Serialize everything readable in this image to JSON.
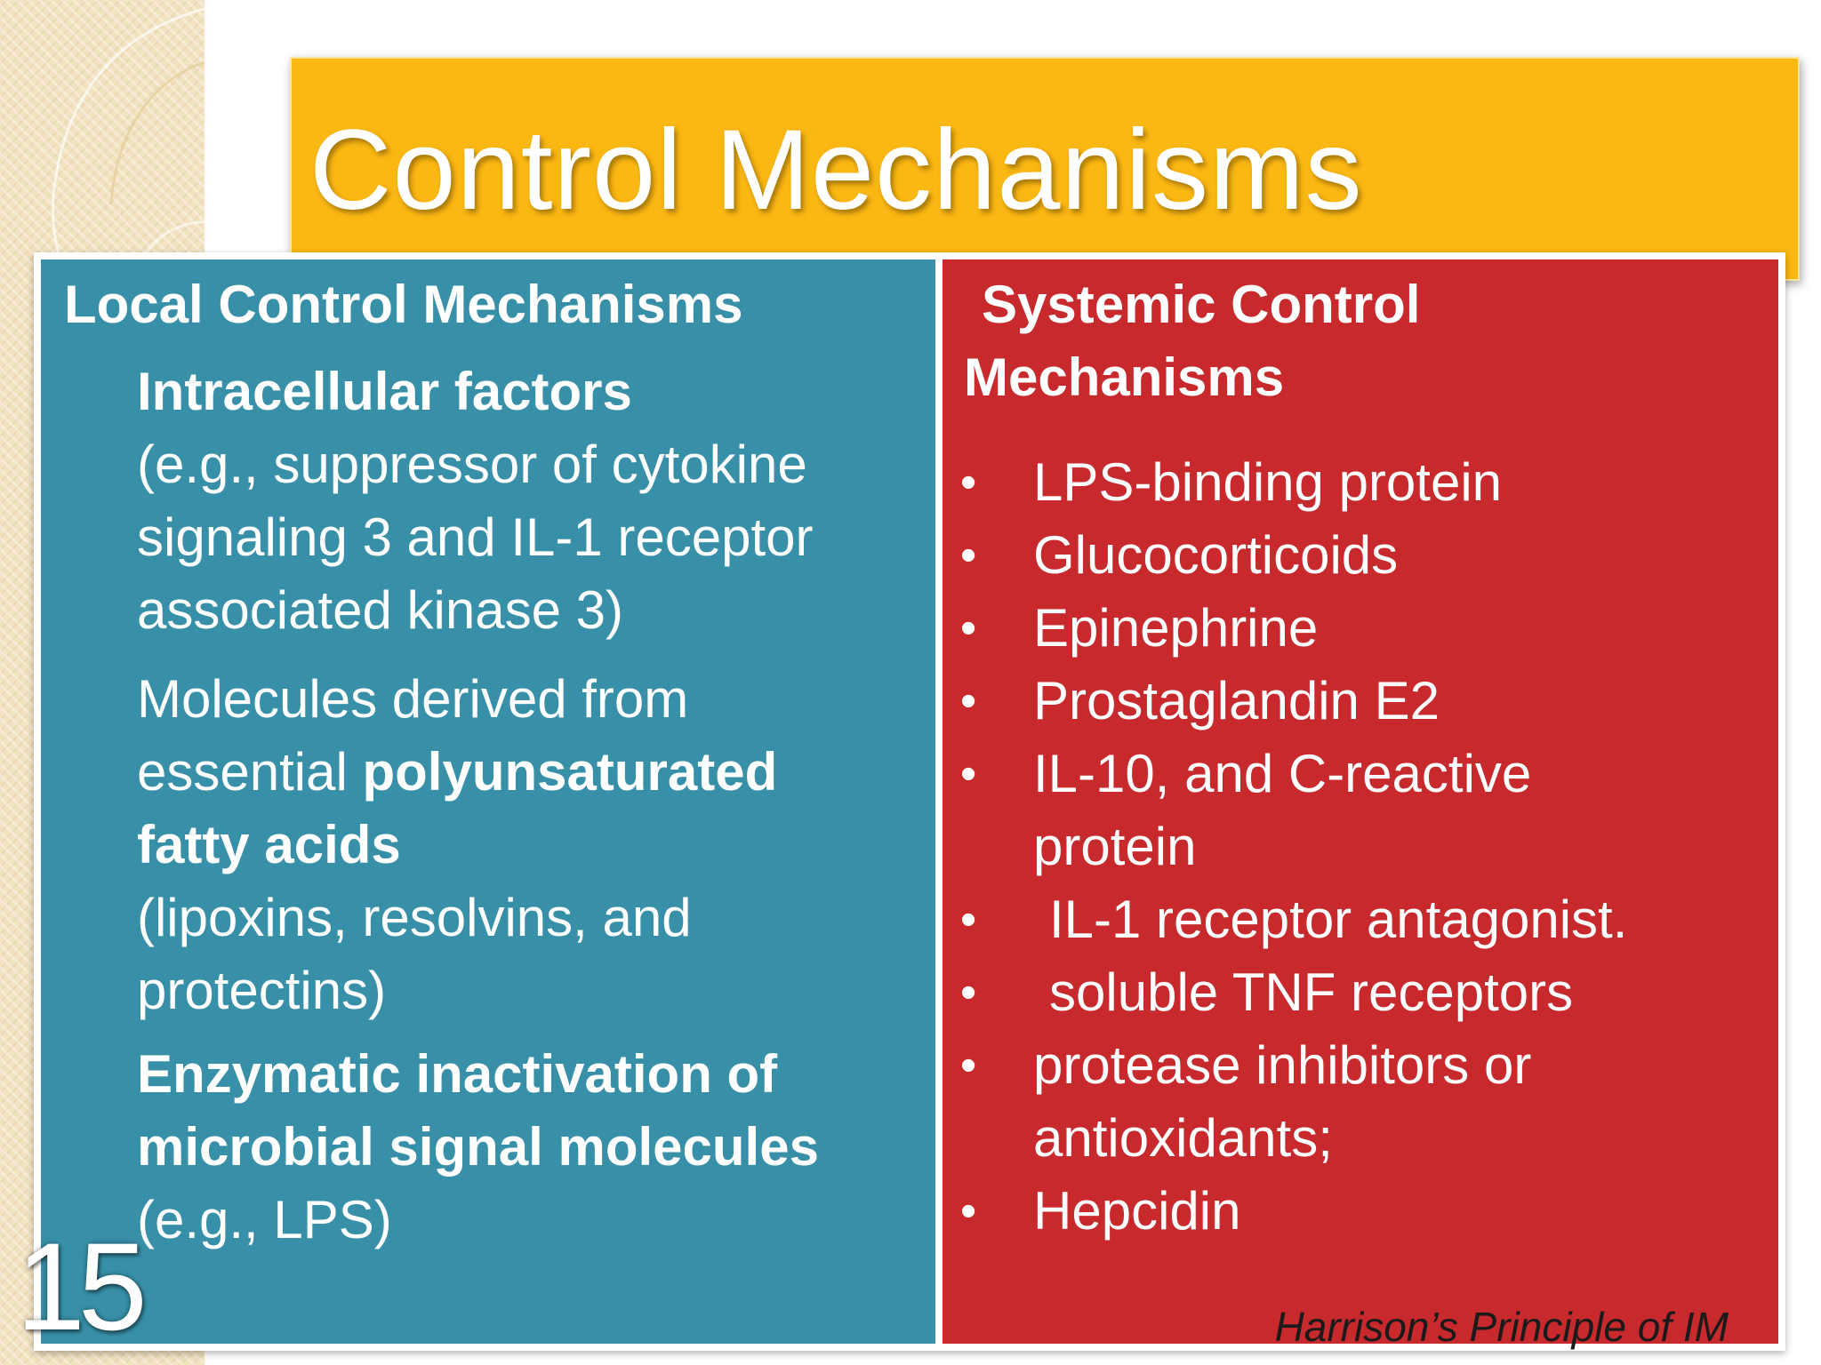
{
  "slide": {
    "title": "Control Mechanisms",
    "slide_number": "15",
    "citation": "Harrison’s Principle of IM"
  },
  "colors": {
    "title_bar": "#fbb712",
    "left_column": "#3790a8",
    "right_column": "#c7292c",
    "left_strip": "#f2e2c0"
  },
  "local": {
    "heading": "Local Control Mechanisms",
    "block1": {
      "bold": "Intracellular factors",
      "lines": [
        "(e.g., suppressor of cytokine",
        "signaling 3 and IL-1 receptor",
        "associated kinase 3)"
      ]
    },
    "block2": {
      "line1": "Molecules derived from",
      "line2_prefix": "essential ",
      "line2_bold": "polyunsaturated",
      "line3_bold": "fatty acids",
      "lines": [
        "(lipoxins, resolvins, and",
        "protectins)"
      ]
    },
    "block3": {
      "bold_lines": [
        "Enzymatic inactivation of",
        "microbial signal molecules"
      ],
      "line": "(e.g., LPS)"
    }
  },
  "systemic": {
    "heading_lines": [
      "Systemic Control",
      "Mechanisms"
    ],
    "bullet_symbol": "•",
    "items": [
      "LPS-binding protein",
      "Glucocorticoids",
      "Epinephrine",
      "Prostaglandin E2",
      "IL-10, and C-reactive",
      "protein",
      "IL-1 receptor antagonist.",
      "soluble TNF receptors",
      "protease inhibitors or",
      "antioxidants;",
      "Hepcidin"
    ]
  }
}
